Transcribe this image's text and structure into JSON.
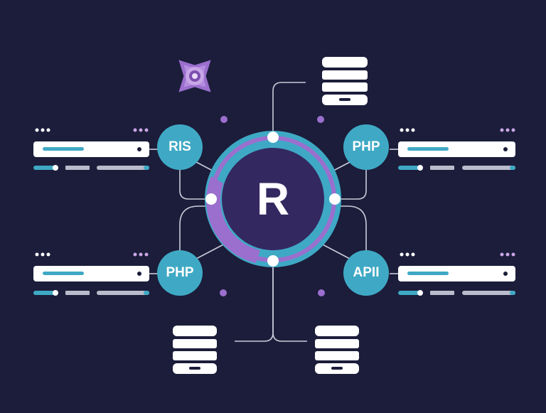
{
  "colors": {
    "background": "#1b1d3a",
    "teal": "#3fa9c5",
    "purple": "#9b6fce",
    "core": "#342861",
    "white": "#ffffff",
    "line": "#c9cbd9",
    "gray": "#b9bccb"
  },
  "center": {
    "label": "R"
  },
  "nodes": {
    "top_left": {
      "label": "RIS"
    },
    "top_right": {
      "label": "PHP"
    },
    "bottom_left": {
      "label": "PHP"
    },
    "bottom_right": {
      "label": "APII"
    }
  },
  "icons": {
    "logo": "purple-star-logo-icon",
    "database": "database-stack-icon"
  }
}
